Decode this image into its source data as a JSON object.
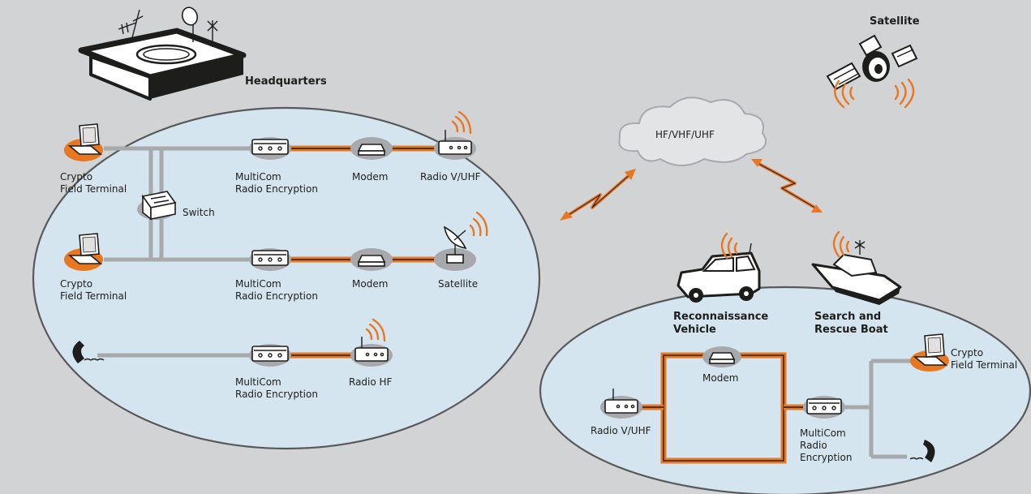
{
  "labels": {
    "headquarters": "Headquarters",
    "satellite_top": "Satellite",
    "cloud": "HF/VHF/UHF",
    "crypto1_l1": "Crypto",
    "crypto1_l2": "Field Terminal",
    "crypto2_l1": "Crypto",
    "crypto2_l2": "Field Terminal",
    "switch": "Switch",
    "multicom1_l1": "MultiCom",
    "multicom1_l2": "Radio Encryption",
    "multicom2_l1": "MultiCom",
    "multicom2_l2": "Radio Encryption",
    "multicom3_l1": "MultiCom",
    "multicom3_l2": "Radio Encryption",
    "modem1": "Modem",
    "modem2": "Modem",
    "radio_vuhf": "Radio V/UHF",
    "satellite_hq": "Satellite",
    "radio_hf": "Radio HF",
    "recon_l1": "Reconnaissance",
    "recon_l2": "Vehicle",
    "boat_l1": "Search and",
    "boat_l2": "Rescue Boat",
    "field_modem": "Modem",
    "field_radio": "Radio V/UHF",
    "field_multicom_l1": "MultiCom",
    "field_multicom_l2": "Radio",
    "field_multicom_l3": "Encryption",
    "field_crypto_l1": "Crypto",
    "field_crypto_l2": "Field Terminal"
  },
  "colors": {
    "background": "#d2d3d5",
    "zone_fill": "#d5e5ef",
    "orange": "#e87722",
    "gray_link": "#a7a9ac"
  }
}
